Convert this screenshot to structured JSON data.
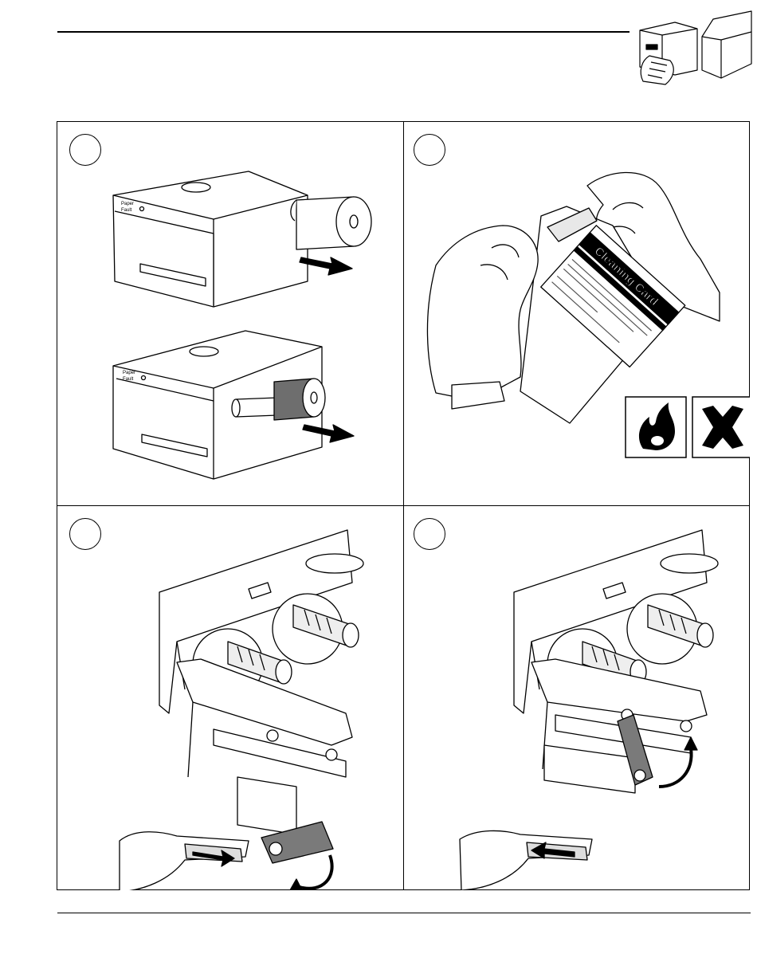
{
  "header": {
    "icon": "printer-with-hands-icon"
  },
  "panels": [
    {
      "id": 1,
      "illustration": "printer-remove-rolls"
    },
    {
      "id": 2,
      "illustration": "open-cleaning-card-package",
      "card_title": "Cleaning Card",
      "warning_icons": [
        "flammable-icon",
        "harmful-x-icon"
      ]
    },
    {
      "id": 3,
      "illustration": "insert-cleaning-card-close-printhead"
    },
    {
      "id": 4,
      "illustration": "pull-cleaning-card-open-printhead"
    }
  ],
  "colors": {
    "line": "#000000",
    "ribbon": "#6e6e6e",
    "lever": "#7a7a7a"
  }
}
